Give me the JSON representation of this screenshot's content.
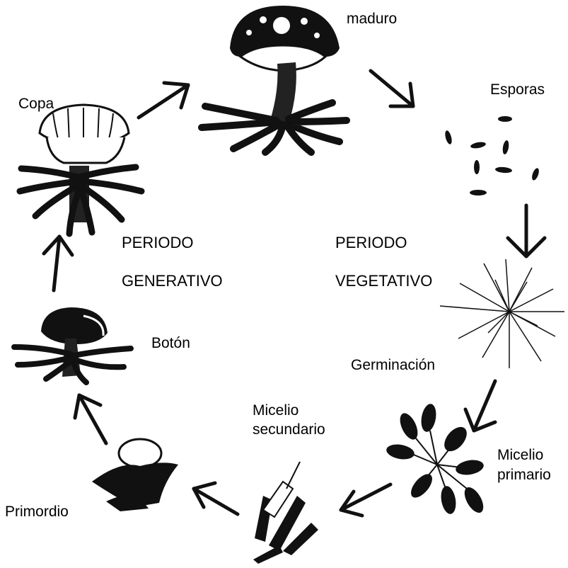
{
  "labels": {
    "maduro": "maduro",
    "esporas": "Esporas",
    "copa": "Copa",
    "periodo_generativo_1": "PERIODO",
    "periodo_generativo_2": "GENERATIVO",
    "periodo_vegetativo_1": "PERIODO",
    "periodo_vegetativo_2": "VEGETATIVO",
    "boton": "Botón",
    "germinacion": "Germinación",
    "micelio_secundario_1": "Micelio",
    "micelio_secundario_2": "secundario",
    "micelio_primario_1": "Micelio",
    "micelio_primario_2": "primario",
    "primordio": "Primordio"
  },
  "colors": {
    "ink": "#111111",
    "paper": "#ffffff"
  }
}
